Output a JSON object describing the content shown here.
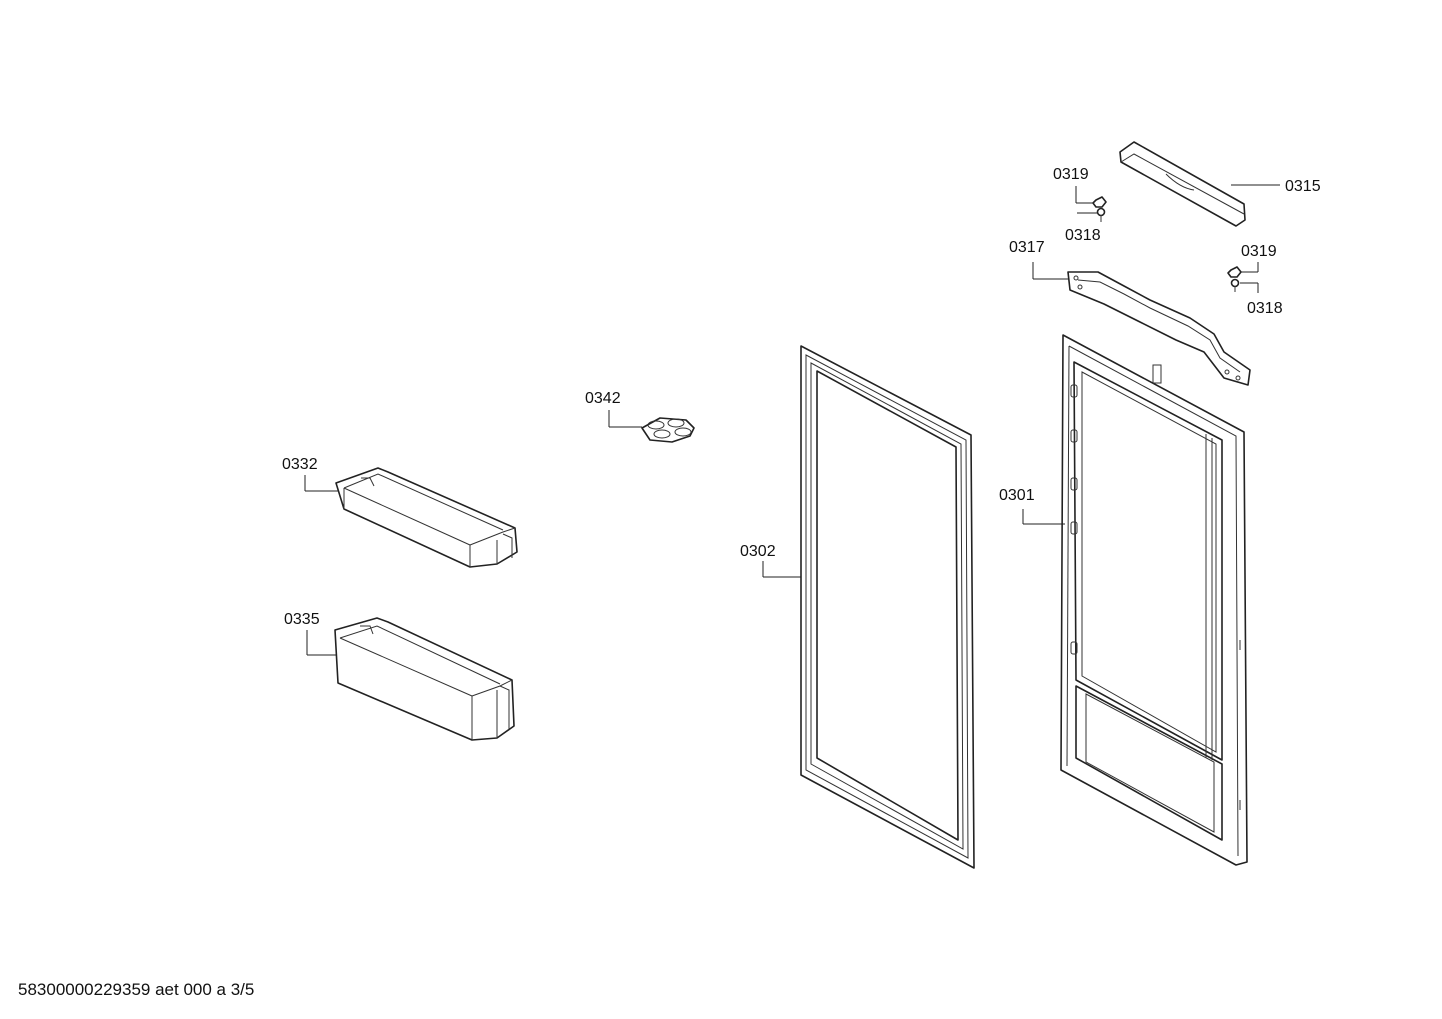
{
  "diagram": {
    "callouts": {
      "p0301": "0301",
      "p0302": "0302",
      "p0315": "0315",
      "p0317": "0317",
      "p0318a": "0318",
      "p0318b": "0318",
      "p0319a": "0319",
      "p0319b": "0319",
      "p0332": "0332",
      "p0335": "0335",
      "p0342": "0342"
    }
  },
  "footer": {
    "document_id": "58300000229359 aet 000 a 3/5"
  }
}
